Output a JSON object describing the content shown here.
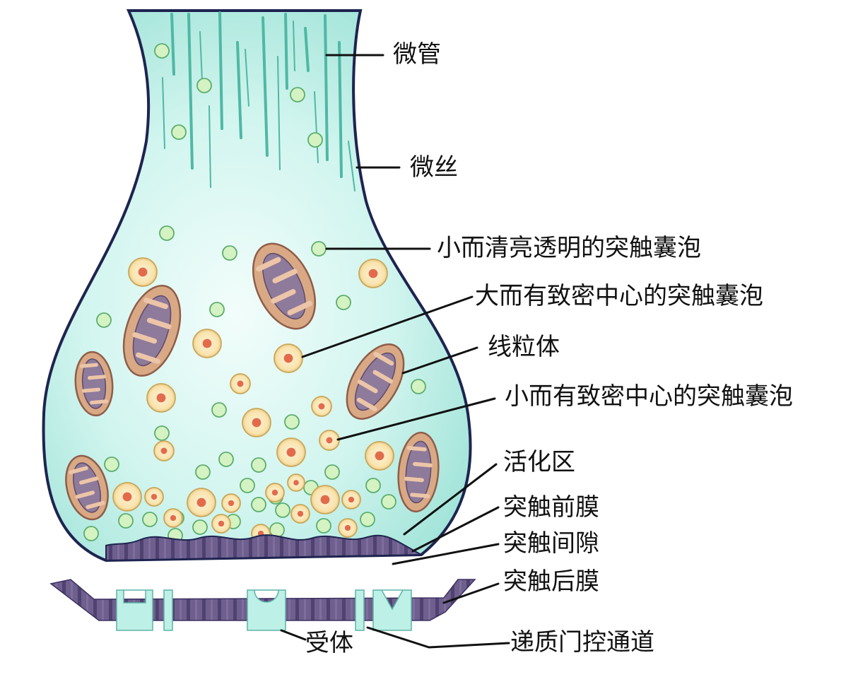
{
  "labels": {
    "microtubule": "微管",
    "microfilament": "微丝",
    "small_clear_vesicle": "小而清亮透明的突触囊泡",
    "large_dense_core_vesicle": "大而有致密中心的突触囊泡",
    "mitochondrion": "线粒体",
    "small_dense_core_vesicle": "小而有致密中心的突触囊泡",
    "active_zone": "活化区",
    "presynaptic_membrane": "突触前膜",
    "synaptic_cleft": "突触间隙",
    "postsynaptic_membrane": "突触后膜",
    "receptor": "受体",
    "transmitter_gated_channel": "递质门控通道"
  },
  "colors": {
    "cytoplasm_light": "#e6fbf7",
    "cytoplasm": "#b4ece4",
    "membrane_outline": "#1e2450",
    "membrane_band": "#6e5f8e",
    "membrane_stripe": "#4f4170",
    "mitochondrion_outer": "#d9a985",
    "mitochondrion_inner": "#8e7a9a",
    "clear_vesicle": "#d4f2c2",
    "dense_vesicle_halo": "#fbe7b2",
    "dense_vesicle_core": "#e26b4c",
    "receptor": "#bdf0e6",
    "microtubule": "#4fb8a4",
    "leader_line": "#111111"
  }
}
